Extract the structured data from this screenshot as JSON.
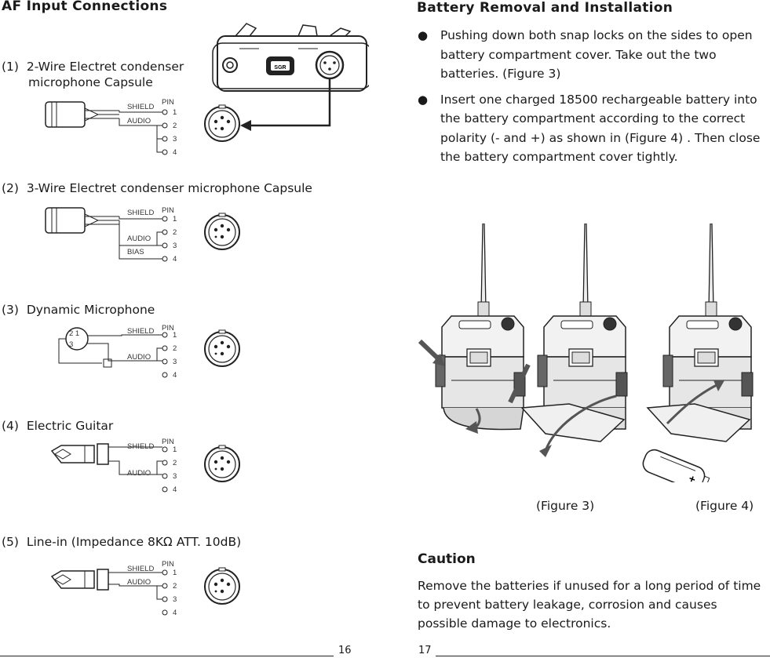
{
  "left_page": {
    "title": "AF Input Connections",
    "sections": [
      {
        "num": "(1)",
        "text_line1": "2-Wire Electret condenser",
        "text_line2": "microphone Capsule"
      },
      {
        "num": "(2)",
        "text": "3-Wire Electret condenser microphone Capsule"
      },
      {
        "num": "(3)",
        "text": "Dynamic Microphone"
      },
      {
        "num": "(4)",
        "text": "Electric Guitar"
      },
      {
        "num": "(5)",
        "text": "Line-in (Impedance 8KΩ  ATT. 10dB)"
      }
    ],
    "wire_labels": {
      "shield": "SHIELD",
      "audio": "AUDIO",
      "bias": "BIAS",
      "pin": "PIN"
    },
    "pin_numbers": [
      "1",
      "2",
      "3",
      "4"
    ],
    "page_number": "16"
  },
  "right_page": {
    "title": "Battery Removal and Installation",
    "bullets": [
      "Pushing down both snap locks on the sides to open battery compartment cover. Take out the two batteries. (Figure 3)",
      "Insert one charged 18500 rechargeable battery into the battery compartment according to the correct polarity (- and +) as shown in (Figure 4) . Then close the battery compartment cover tightly."
    ],
    "figure_captions": [
      "(Figure 3)",
      "(Figure 4)"
    ],
    "caution_title": "Caution",
    "caution_text": "Remove the batteries if unused for a long period of time to prevent battery leakage, corrosion and causes possible damage to electronics.",
    "page_number": "17"
  }
}
